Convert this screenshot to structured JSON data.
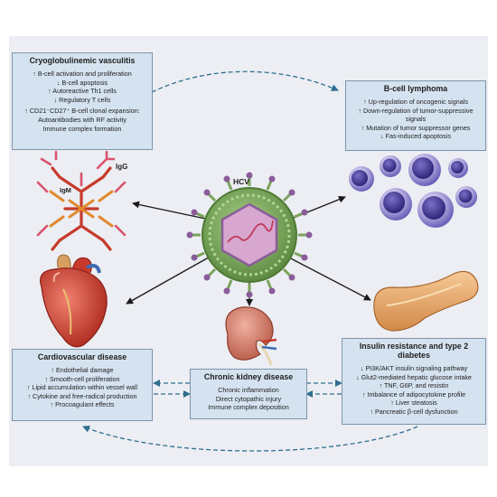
{
  "hcv_label": "HCV",
  "igg_label": "IgG",
  "igm_label": "IgM",
  "boxes": {
    "cryo": {
      "title": "Cryoglobulinemic vasculitis",
      "lines": [
        "↑ B-cell activation and proliferation",
        "↓ B-cell apoptosis",
        "↑ Autoreactive Th1 cells",
        "↓ Regulatory T cells"
      ],
      "lines2": [
        "↑ CD21⁻CD27⁺ B-cell clonal expansion:",
        "Autoantibodies with RF activity",
        "Immune complex formation"
      ]
    },
    "lymphoma": {
      "title": "B-cell lymphoma",
      "lines": [
        "↑ Up-regulation of oncogenic signals",
        "↑ Down-regulation of tumor-suppressive",
        "signals",
        "↑ Mutation of tumor suppressor genes",
        "↓ Fas-induced apoptosis"
      ]
    },
    "cardio": {
      "title": "Cardiovascular disease",
      "lines": [
        "↑ Endothelial damage",
        "↑ Smooth-cell proliferation",
        "↑ Lipid accumulation within vessel wall",
        "↑ Cytokine and free-radical production",
        "↑ Procoagulant effects"
      ]
    },
    "kidney": {
      "title": "Chronic kidney disease",
      "lines": [
        "Chronic inflammation",
        "Direct cytopathic injury",
        "Immune complex deposition"
      ]
    },
    "insulin": {
      "title": "Insulin resistance and type 2 diabetes",
      "lines": [
        "↓ PI3K/AKT insulin signaling pathway",
        "↓ Glut2-mediated hepatic glucose intake",
        "↑ TNF, G6P, and resistin",
        "↑ Imbalance of adipocytokine profile",
        "↑ Liver steatosis",
        "↑ Pancreatic β-cell dysfunction"
      ]
    }
  },
  "colors": {
    "box_fill": "#d5e3f0",
    "box_border": "#7d93ad",
    "arrow": "#1a1a1a",
    "dashed_arrow": "#2f6e8e",
    "antibody_red": "#c63b2c",
    "antibody_orange": "#e08a2e",
    "lymphocyte_purple": "#5a4fa8",
    "heart_red": "#c8392b",
    "kidney_pink": "#d98070",
    "pancreas_tan": "#e8a86a",
    "virus_green": "#7aa35a",
    "virus_purple": "#8a5d9a"
  }
}
